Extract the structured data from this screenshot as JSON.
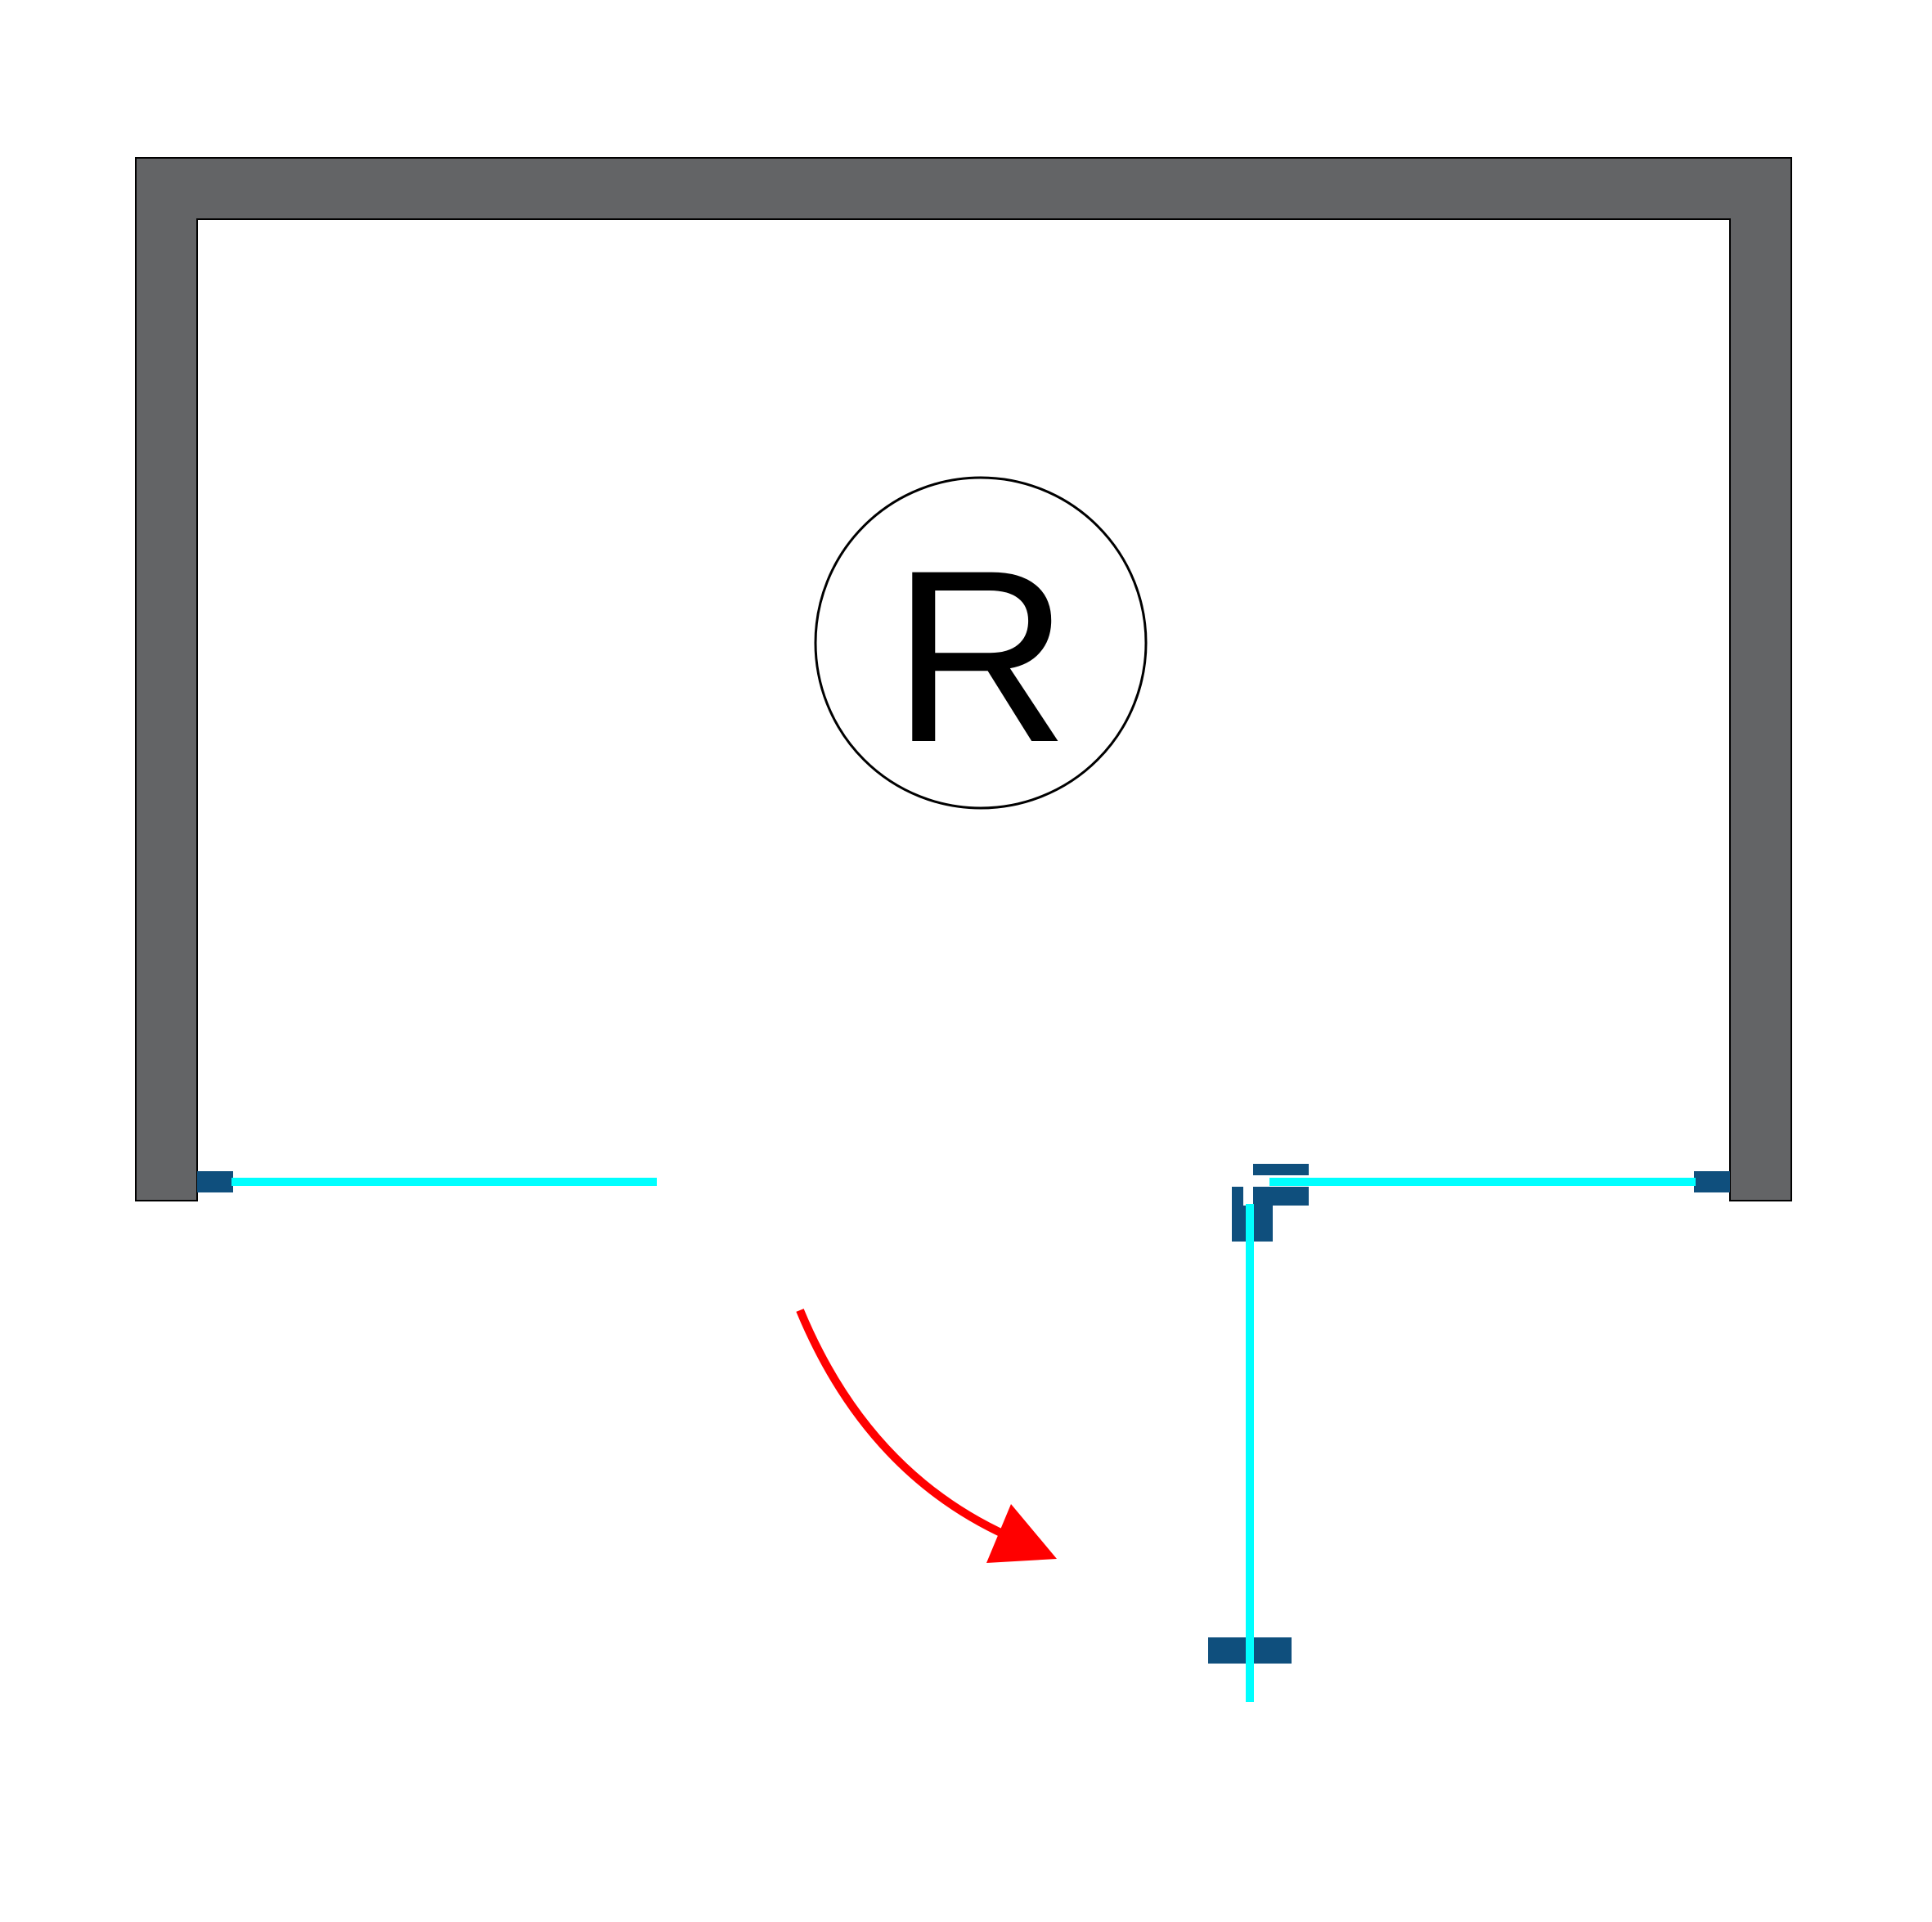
{
  "diagram": {
    "marker_label": "R",
    "colors": {
      "background": "#ffffff",
      "wall": "#636466",
      "wall_outline": "#000000",
      "glass": "#00ffff",
      "bracket": "#0f4f7d",
      "arrow": "#ff0000",
      "marker_stroke": "#000000",
      "marker_text": "#000000"
    },
    "elements": {
      "walls": [
        "top-wall",
        "left-wall",
        "right-wall"
      ],
      "fixed_panels": [
        "left-fixed-glass-panel",
        "right-fixed-glass-panel"
      ],
      "door": "swing-door-glass-panel",
      "indicator": "door-swing-arrow",
      "marker_icon": "circled-r-icon"
    }
  }
}
